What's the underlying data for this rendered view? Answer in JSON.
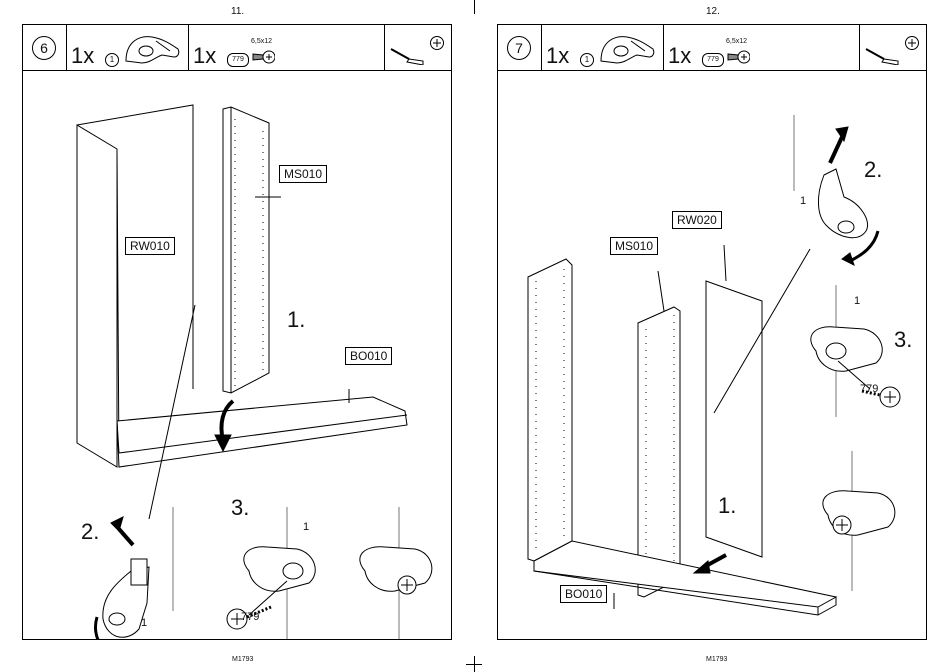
{
  "left_page": {
    "page_number": "11.",
    "step_number": "6",
    "parts": [
      {
        "qty": "1x",
        "ref": "1"
      },
      {
        "qty": "1x",
        "ref": "779",
        "dims": "6,5x12"
      }
    ],
    "tools": [
      "screwdriver-icon",
      "phillips-head-icon"
    ],
    "labels": {
      "rw": "RW010",
      "ms": "MS010",
      "bo": "BO010"
    },
    "steps": {
      "s1": "1.",
      "s2": "2.",
      "s3": "3."
    },
    "callouts": {
      "part1_a": "1",
      "part1_b": "1",
      "screw": "779"
    },
    "footer": "M1793"
  },
  "right_page": {
    "page_number": "12.",
    "step_number": "7",
    "parts": [
      {
        "qty": "1x",
        "ref": "1"
      },
      {
        "qty": "1x",
        "ref": "779",
        "dims": "6,5x12"
      }
    ],
    "tools": [
      "screwdriver-icon",
      "phillips-head-icon"
    ],
    "labels": {
      "rw": "RW020",
      "ms": "MS010",
      "bo": "BO010"
    },
    "steps": {
      "s1": "1.",
      "s2": "2.",
      "s3": "3."
    },
    "callouts": {
      "part1_a": "1",
      "part1_b": "1",
      "screw": "779"
    },
    "footer": "M1793"
  }
}
